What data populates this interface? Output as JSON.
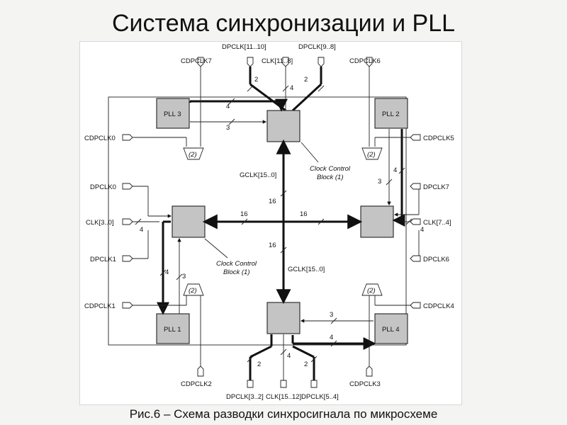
{
  "title": "Система синхронизации и PLL",
  "caption": "Рис.6 – Схема разводки синхросигнала по микросхеме",
  "diagram": {
    "pll": [
      "PLL 3",
      "PLL 2",
      "PLL 1",
      "PLL 4"
    ],
    "mux_label": "(2)",
    "signals": {
      "cdpclk7": "CDPCLK7",
      "cdpclk6": "CDPCLK6",
      "cdpclk0": "CDPCLK0",
      "cdpclk5": "CDPCLK5",
      "cdpclk1": "CDPCLK1",
      "cdpclk4": "CDPCLK4",
      "cdpclk2": "CDPCLK2",
      "cdpclk3": "CDPCLK3",
      "dpclk11_10": "DPCLK[11..10]",
      "dpclk9_8": "DPCLK[9..8]",
      "clk11_8": "CLK[11..8]",
      "dpclk0": "DPCLK0",
      "dpclk1": "DPCLK1",
      "dpclk7": "DPCLK7",
      "dpclk6": "DPCLK6",
      "clk3_0": "CLK[3..0]",
      "clk7_4": "CLK[7..4]",
      "dpclk3_2": "DPCLK[3..2]",
      "clk15_12": "CLK[15..12]",
      "dpclk5_4": "DPCLK[5..4]",
      "gclk": "GCLK[15..0]"
    },
    "ccb_line1": "Clock Control",
    "ccb_line2": "Block (1)",
    "bus": {
      "b2": "2",
      "b3": "3",
      "b4": "4",
      "b16": "16"
    }
  }
}
